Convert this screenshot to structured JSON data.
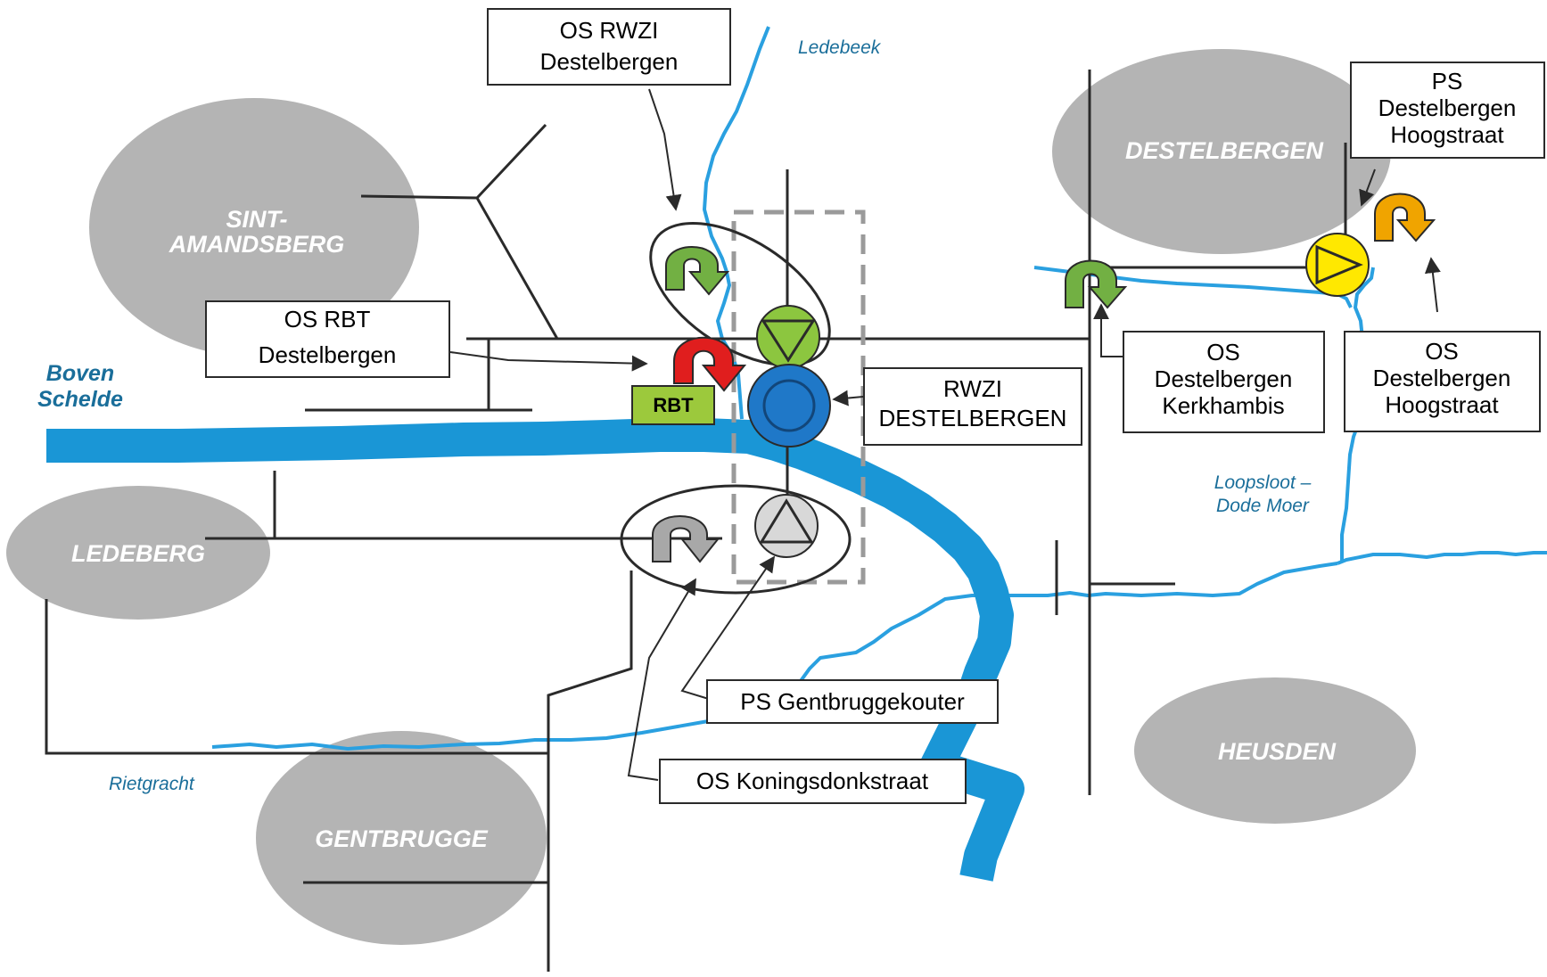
{
  "areas": {
    "sint_amandsberg": [
      "SINT-",
      "AMANDSBERG"
    ],
    "destelbergen": "DESTELBERGEN",
    "ledeberg": "LEDEBERG",
    "gentbrugge": "GENTBRUGGE",
    "heusden": "HEUSDEN"
  },
  "waters": {
    "ledebeek": "Ledebeek",
    "boven_schelde": [
      "Boven",
      "Schelde"
    ],
    "rietgracht": "Rietgracht",
    "loopsloot": [
      "Loopsloot –",
      "Dode Moer"
    ]
  },
  "boxes": {
    "os_rwzi": [
      "OS RWZI",
      "Destelbergen"
    ],
    "os_rbt": [
      "OS RBT",
      "Destelbergen"
    ],
    "rwzi": [
      "RWZI",
      "DESTELBERGEN"
    ],
    "os_kerkhambis": [
      "OS",
      "Destelbergen",
      "Kerkhambis"
    ],
    "os_hoogstraat": [
      "OS",
      "Destelbergen",
      "Hoogstraat"
    ],
    "ps_hoogstraat": [
      "PS",
      "Destelbergen",
      "Hoogstraat"
    ],
    "ps_gentbruggekouter": "PS Gentbruggekouter",
    "os_koningsdonkstraat": "OS Koningsdonkstraat"
  },
  "rbt_label": "RBT",
  "colors": {
    "area_fill": "#b4b4b4",
    "river": "#1a96d6",
    "stream": "#2aa0e0",
    "sewer": "#2a2a2a",
    "green_arrow": "#72b043",
    "red_arrow": "#e01e1e",
    "grey_arrow": "#a8a8a8",
    "yellow_pump": "#ffe800",
    "orange_arrow": "#f0a400",
    "rwzi_blue": "#1f78c8",
    "rbt_green": "#9cc93c"
  }
}
